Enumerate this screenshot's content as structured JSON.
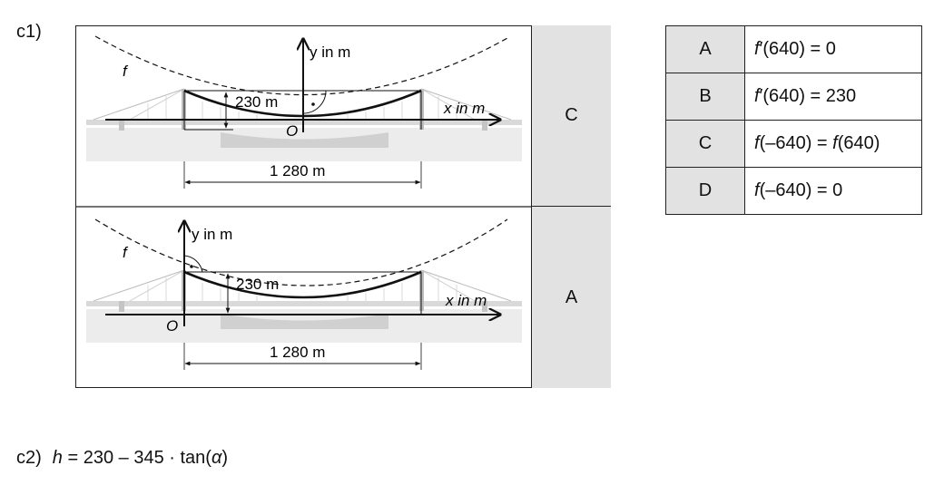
{
  "labels": {
    "c1": "c1)",
    "c2": "c2)"
  },
  "formula": {
    "lhs": "h",
    "rhs": " = 230 – 345 · tan(",
    "angle": "α",
    "close": ")"
  },
  "figures": [
    {
      "y_axis": "y in m",
      "x_axis": "x in m",
      "origin": "O",
      "curve": "f",
      "height": "230 m",
      "span": "1 280 m",
      "answer": "C"
    },
    {
      "y_axis": "y in m",
      "x_axis": "x in m",
      "origin": "O",
      "curve": "f",
      "height": "230 m",
      "span": "1 280 m",
      "answer": "A"
    }
  ],
  "options": [
    {
      "key": "A",
      "fn": "f",
      "prime": "′",
      "args": "(640) = 0"
    },
    {
      "key": "B",
      "fn": "f",
      "prime": "′",
      "args": "(640) = 230"
    },
    {
      "key": "C",
      "fn": "f",
      "prime": "",
      "args": "(–640) = ",
      "fn2": "f",
      "args2": "(640)"
    },
    {
      "key": "D",
      "fn": "f",
      "prime": "",
      "args": "(–640) = 0"
    }
  ]
}
